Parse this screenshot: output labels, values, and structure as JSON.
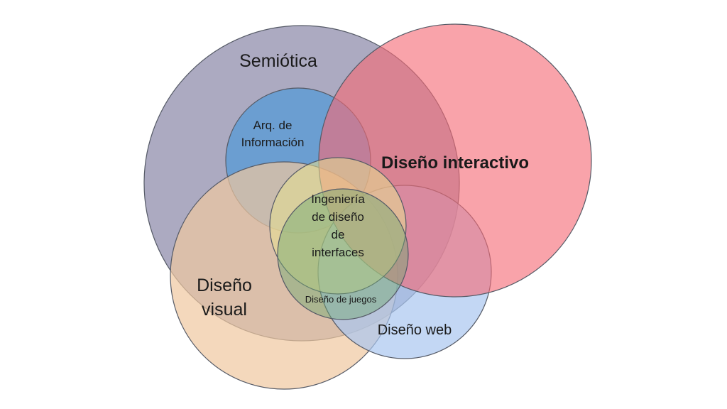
{
  "diagram": {
    "type": "venn",
    "circles": [
      {
        "id": "semiotica",
        "fill": "#9a97b3",
        "opacity": 0.82
      },
      {
        "id": "arq",
        "fill": "#5b9bd5",
        "opacity": 0.8
      },
      {
        "id": "visual",
        "fill": "#f0c8a0",
        "opacity": 0.7
      },
      {
        "id": "web",
        "fill": "#a9c6f0",
        "opacity": 0.7
      },
      {
        "id": "interactivo",
        "fill": "#f56b76",
        "opacity": 0.62
      },
      {
        "id": "ingenieria",
        "fill": "#e6e090",
        "opacity": 0.55
      },
      {
        "id": "juegos",
        "fill": "#6fa870",
        "opacity": 0.45
      }
    ],
    "labels": {
      "semiotica": "Semiótica",
      "arq_line1": "Arq. de",
      "arq_line2": "Información",
      "interactivo": "Diseño interactivo",
      "ingenieria_line1": "Ingeniería",
      "ingenieria_line2": "de diseño",
      "ingenieria_line3": "de",
      "ingenieria_line4": "interfaces",
      "visual_line1": "Diseño",
      "visual_line2": "visual",
      "juegos": "Diseño de juegos",
      "web": "Diseño web"
    }
  }
}
